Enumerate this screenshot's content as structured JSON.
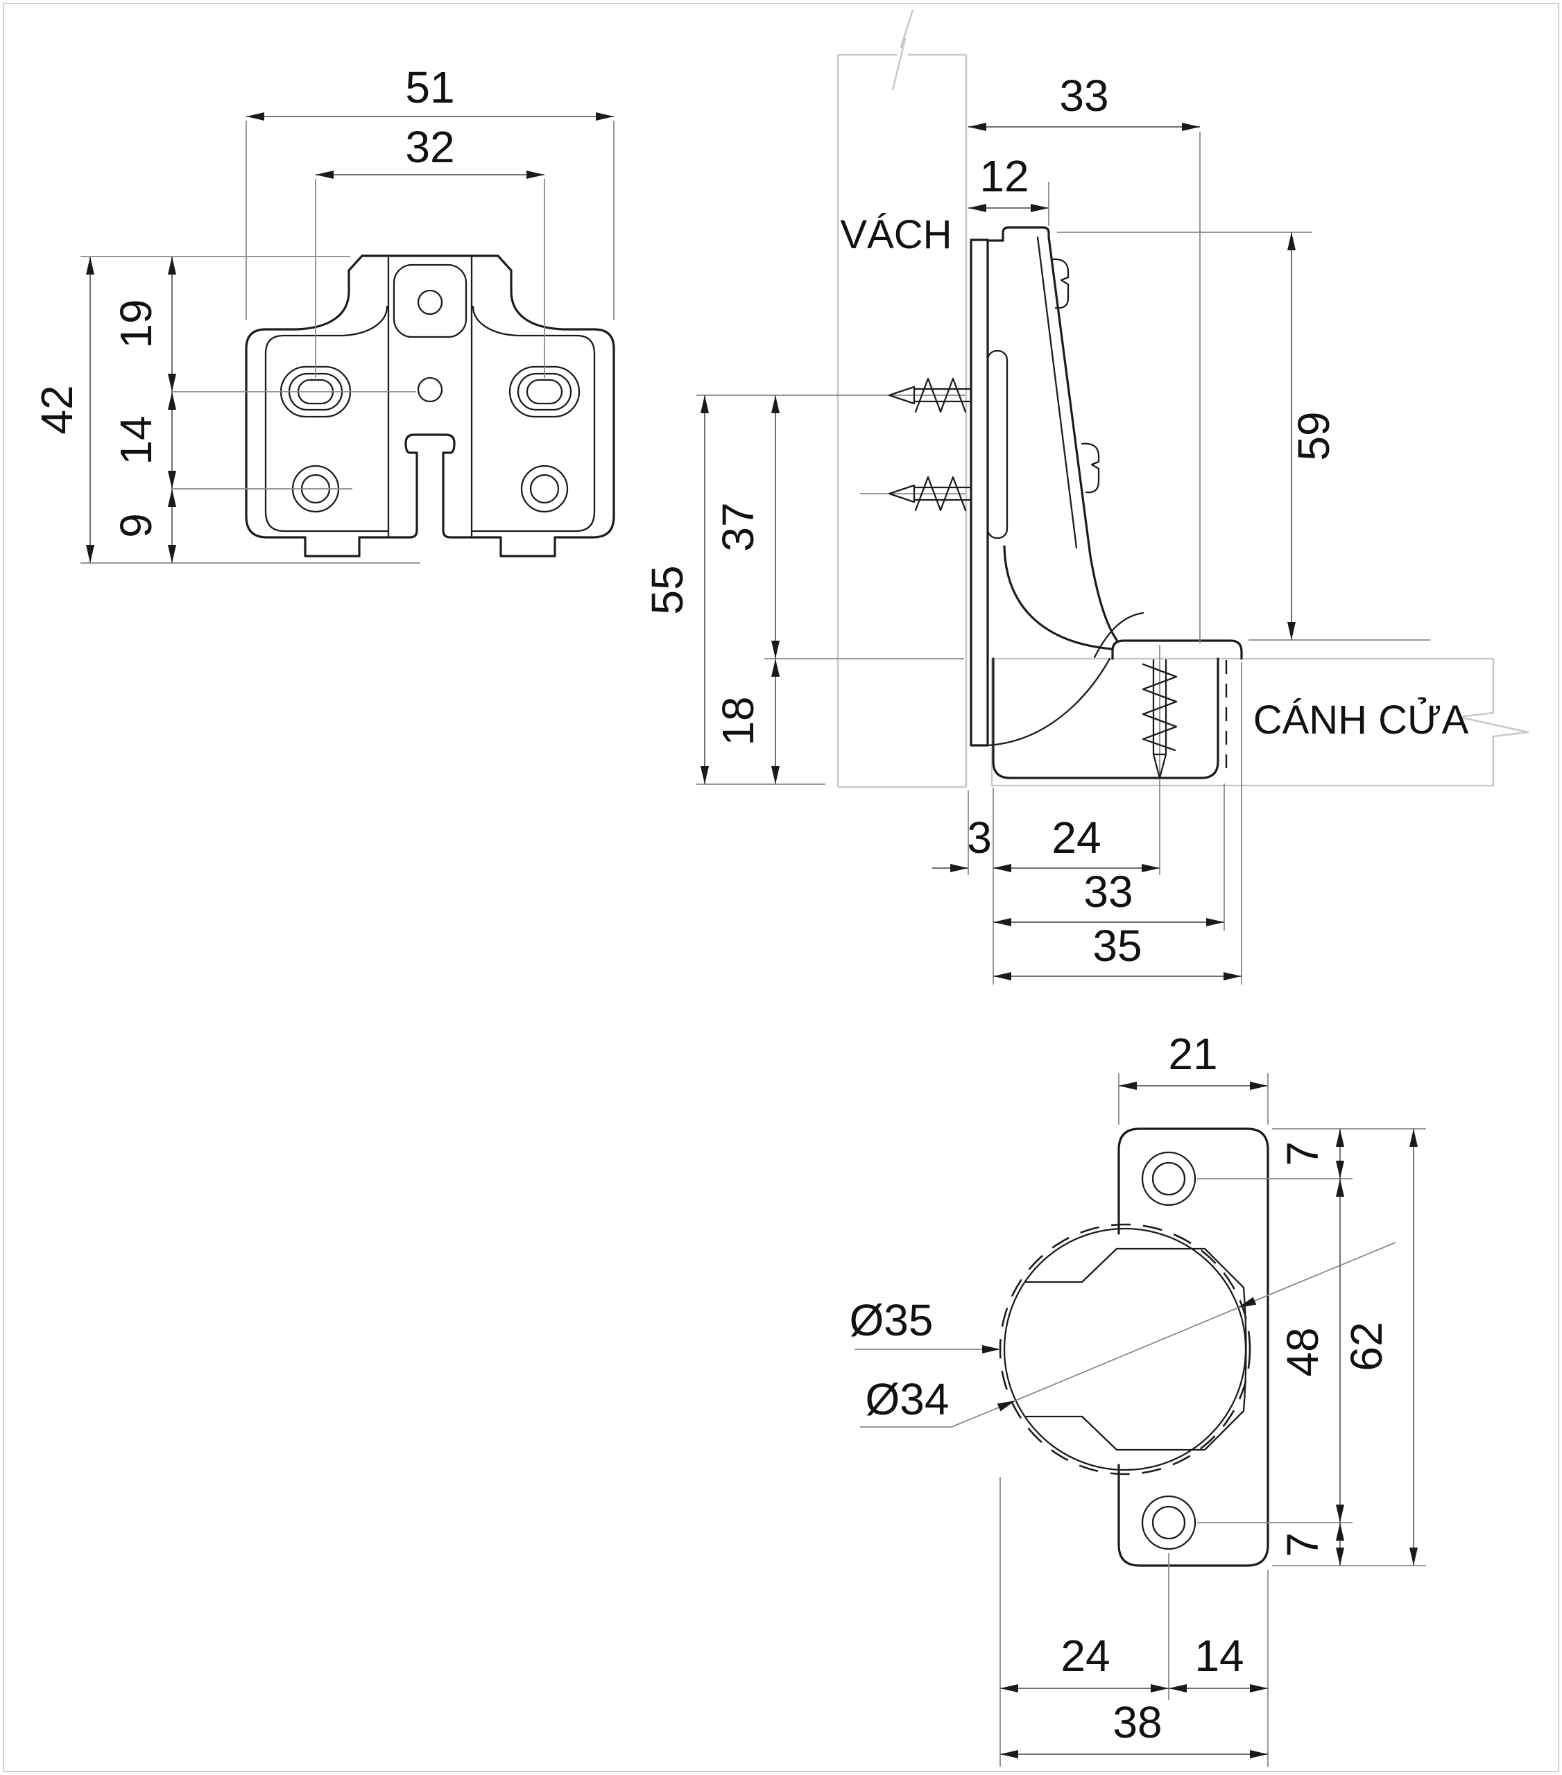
{
  "page": {
    "background": "#ffffff",
    "border_color": "#d2d2d2"
  },
  "colors": {
    "outline": "#1c1c1c",
    "dimension_lines": "#707070",
    "board_lines": "#c9c9c9",
    "text": "#111111"
  },
  "plate_view": {
    "title": "mounting plate front view",
    "dims": {
      "overall_width": "51",
      "hole_span": "32",
      "overall_height": "42",
      "top_to_oval": "19",
      "oval_to_round": "14",
      "round_to_bottom": "9"
    }
  },
  "side_view": {
    "labels": {
      "cabinet_panel": "VÁCH",
      "door_leaf": "CÁNH CỬA"
    },
    "dims": {
      "arm_overhang": "33",
      "tab_depth": "12",
      "overall_height": "59",
      "panel_total": "55",
      "above_door": "37",
      "cup_depth": "18",
      "door_gap": "3",
      "screw_center": "24",
      "cup_length": "33",
      "flange_length": "35"
    }
  },
  "cup_view": {
    "dims": {
      "flange_width": "21",
      "top_hole_offset": "7",
      "hole_span": "48",
      "flange_height": "62",
      "bore_diameter": "Ø35",
      "cup_diameter": "Ø34",
      "screw_from_edge": "24",
      "screw_to_edge": "14",
      "bottom_hole_offset": "7",
      "overall_depth": "38"
    }
  }
}
